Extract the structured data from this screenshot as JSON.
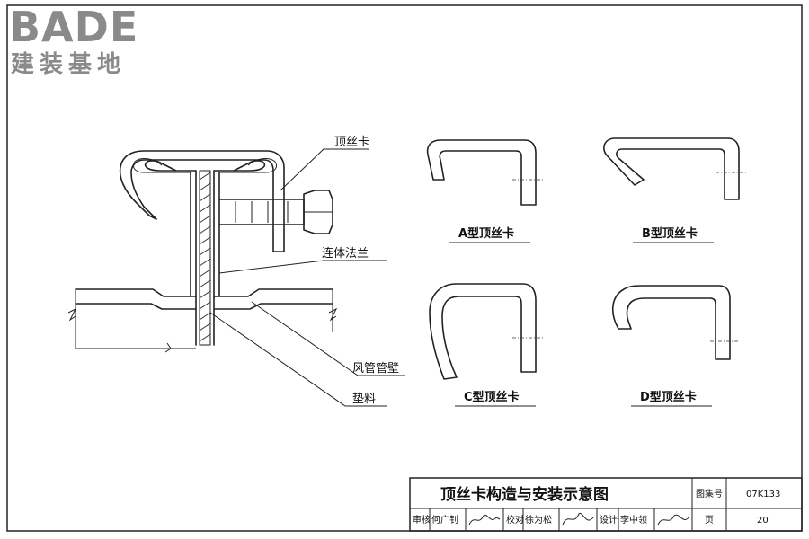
{
  "logo": {
    "brand": "BADE",
    "subtitle": "建装基地"
  },
  "labels": {
    "clip": "顶丝卡",
    "flange": "连体法兰",
    "duct_wall": "风管管壁",
    "gasket": "垫料"
  },
  "types": {
    "a": "A型顶丝卡",
    "b": "B型顶丝卡",
    "c": "C型顶丝卡",
    "d": "D型顶丝卡"
  },
  "title_block": {
    "title": "顶丝卡构造与安装示意图",
    "atlas_label": "图集号",
    "atlas_no": "07K133",
    "review_label": "审核",
    "reviewer": "何广钊",
    "check_label": "校对",
    "checker": "徐为松",
    "design_label": "设计",
    "designer": "李中领",
    "page_label": "页",
    "page_no": "20"
  }
}
